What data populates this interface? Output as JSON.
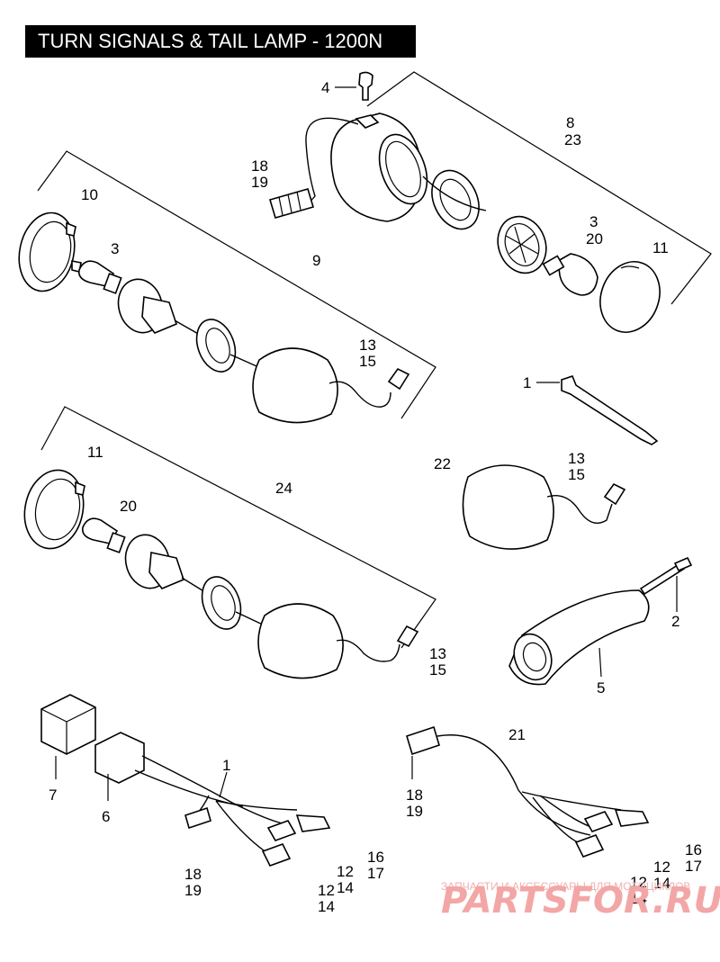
{
  "title": "TURN SIGNALS & TAIL LAMP - 1200N",
  "callouts": {
    "c4": "4",
    "c8": "8",
    "c23": "23",
    "c18a": "18",
    "c19a": "19",
    "c10": "10",
    "c3a": "3",
    "c3b": "3",
    "c20a": "20",
    "c11a": "11",
    "c9": "9",
    "c13a": "13",
    "c15a": "15",
    "c1a": "1",
    "c22": "22",
    "c13b": "13",
    "c15b": "15",
    "c11b": "11",
    "c20b": "20",
    "c24": "24",
    "c2": "2",
    "c13c": "13",
    "c15c": "15",
    "c5": "5",
    "c7": "7",
    "c6": "6",
    "c1b": "1",
    "c18b": "18",
    "c19b": "19",
    "c16a": "16",
    "c17a": "17",
    "c12a": "12",
    "c14a": "14",
    "c12b": "12",
    "c14b": "14",
    "c21": "21",
    "c18c": "18",
    "c19c": "19",
    "c16b": "16",
    "c17b": "17",
    "c12c": "12",
    "c14c": "14",
    "c12d": "12",
    "c14d": "14"
  },
  "watermark": {
    "line1": "ЗАПЧАСТИ И АКСЕССУАРЫ ДЛЯ МОТОЦИКЛОВ",
    "line2": "PARTSFOR.RU"
  }
}
